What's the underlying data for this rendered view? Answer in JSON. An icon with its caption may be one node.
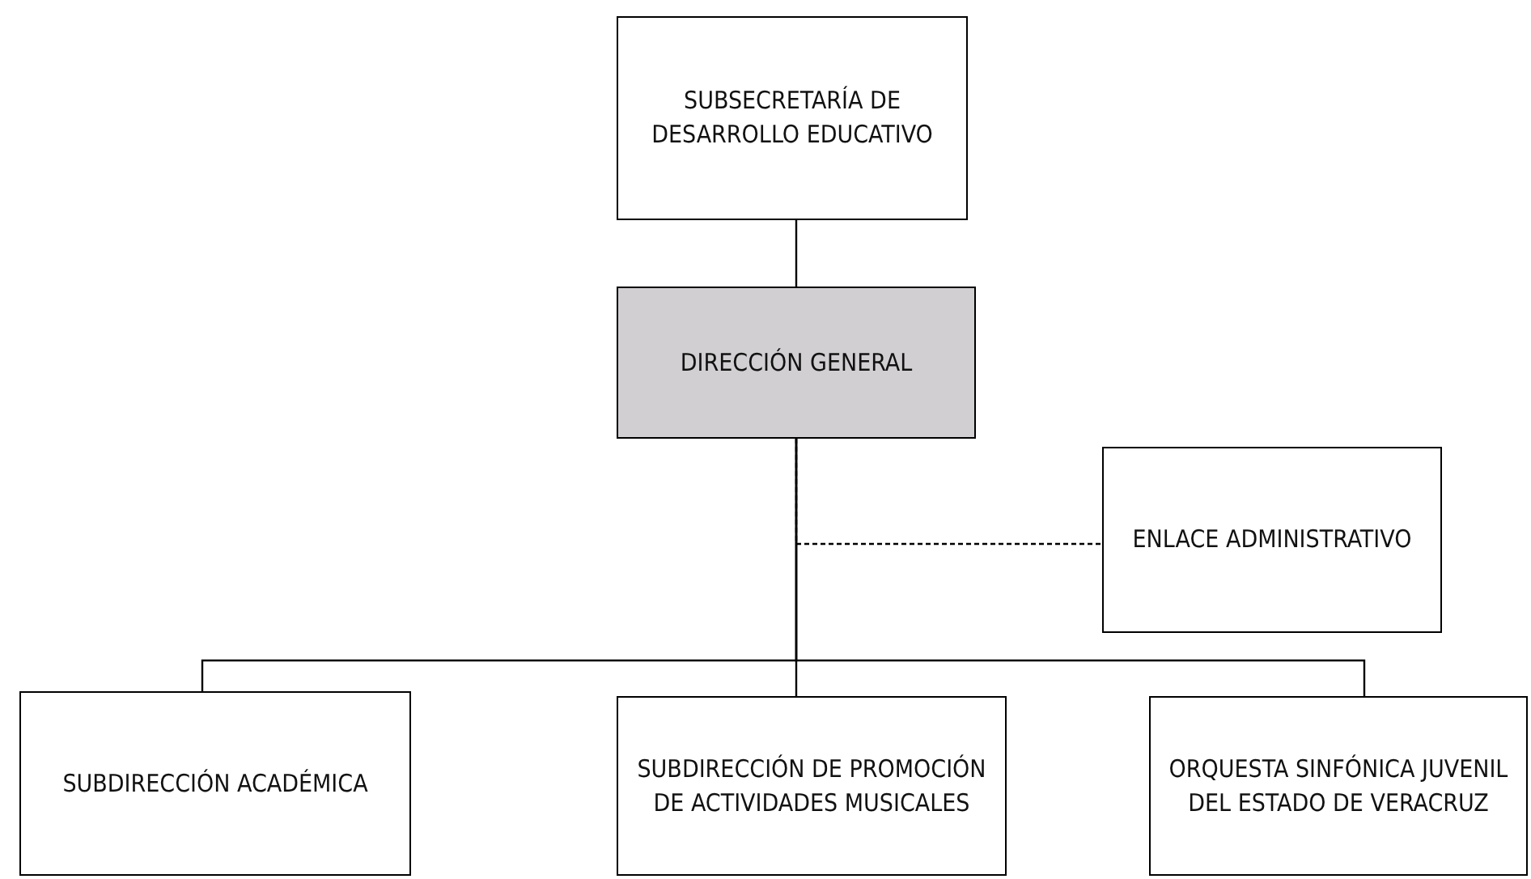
{
  "diagram": {
    "nodes": [
      {
        "text": [
          "SUBSECRETARÍA DE DESARROLLO EDUCATIVO"
        ]
      },
      {
        "text": [
          "DIRECCIÓN GENERAL"
        ]
      },
      {
        "text": [
          "ENLACE ADMINISTRATIVO"
        ]
      },
      {
        "text": [
          "SUBDIRECCIÓN ACADÉMICA"
        ]
      },
      {
        "text": [
          "SUBDIRECCIÓN DE PROMOCIÓN DE ACTIVIDADES MUSICALES"
        ]
      },
      {
        "text": [
          "ORQUESTA SINFÓNICA JUVENIL DEL ESTADO DE VERACRUZ"
        ]
      }
    ],
    "edges": [
      {
        "from": 1,
        "to": 2,
        "arrow": "none",
        "style": "dashed"
      },
      {
        "from": 0,
        "to": 1,
        "arrow": "none"
      },
      {
        "from": 1,
        "to": 3,
        "arrow": "none"
      },
      {
        "from": 1,
        "to": 4,
        "arrow": "none"
      },
      {
        "from": 1,
        "to": 5,
        "arrow": "none"
      }
    ]
  }
}
